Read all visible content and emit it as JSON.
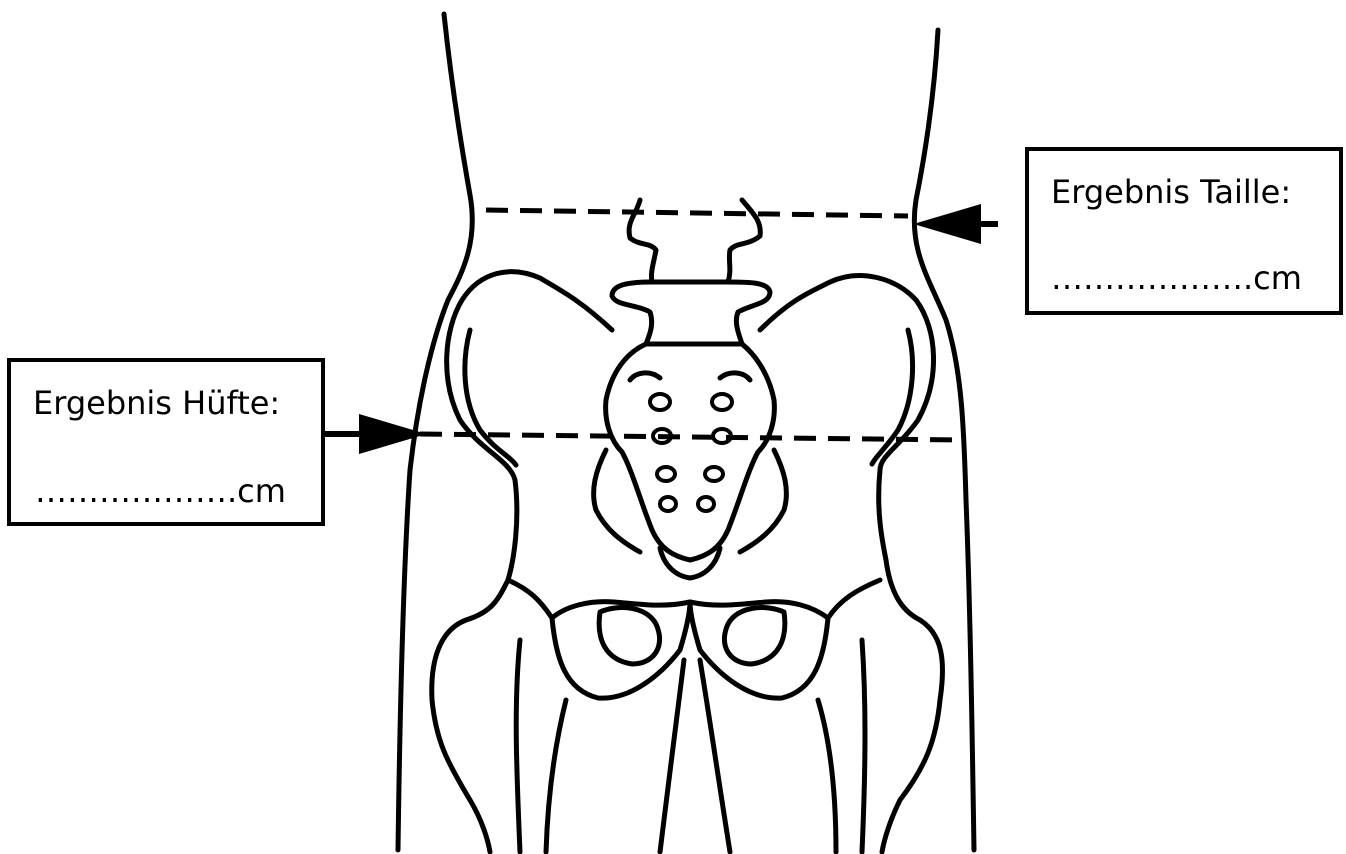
{
  "annotations": {
    "huefte": {
      "label": "Ergebnis Hüfte:",
      "value": "……………….cm"
    },
    "taille": {
      "label": "Ergebnis Taille:",
      "value": "……………….cm"
    }
  },
  "colors": {
    "line": "#000000",
    "background": "#ffffff"
  }
}
